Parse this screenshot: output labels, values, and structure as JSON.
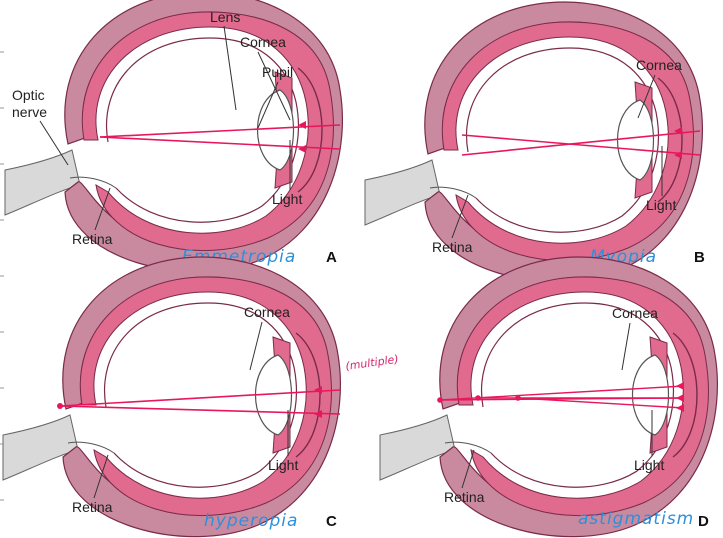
{
  "colors": {
    "outer_wall": "#c98aa0",
    "pink_layer": "#e06b8e",
    "inner_line": "#7a2a4a",
    "light_ray": "#e8175d",
    "nerve": "#d9d9d9",
    "annotation_blue": "#2f8fd8",
    "annotation_pink": "#d6246b"
  },
  "panels": {
    "a": {
      "letter": "A",
      "annotation": "Emmetropia",
      "labels": {
        "lens": "Lens",
        "cornea": "Cornea",
        "pupil": "Pupil",
        "optic_nerve_1": "Optic",
        "optic_nerve_2": "nerve",
        "light": "Light",
        "retina": "Retina"
      }
    },
    "b": {
      "letter": "B",
      "annotation": "Myopia",
      "labels": {
        "cornea": "Cornea",
        "light": "Light",
        "retina": "Retina"
      }
    },
    "c": {
      "letter": "C",
      "annotation": "hyperopia",
      "labels": {
        "cornea": "Cornea",
        "light": "Light",
        "retina": "Retina"
      }
    },
    "d": {
      "letter": "D",
      "annotation": "astigmatism",
      "labels": {
        "cornea": "Cornea",
        "light": "Light",
        "retina": "Retina"
      }
    }
  },
  "middle_note": "(multiple)",
  "icons": [
    "eye-cross-section",
    "light-ray-arrow",
    "focal-point-dot"
  ]
}
